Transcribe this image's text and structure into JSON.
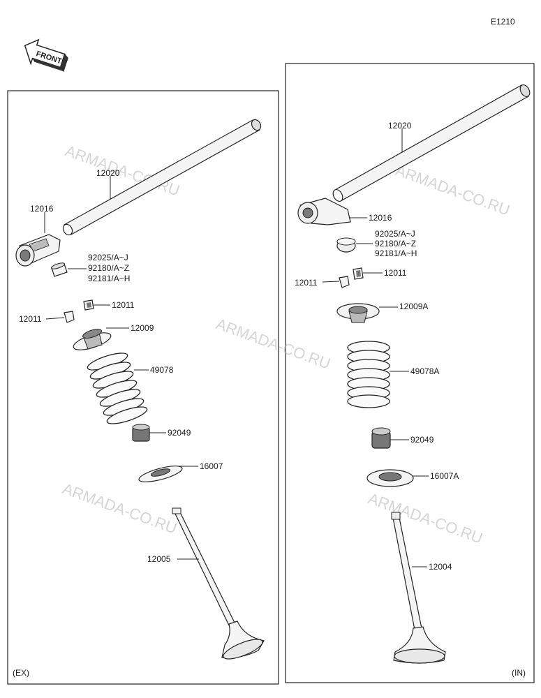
{
  "diagram_code": "E1210",
  "front_label": "FRONT",
  "ex_panel": {
    "tag": "(EX)",
    "parts": {
      "shaft": "12020",
      "rocker_arm": "12016",
      "shim_1": "92025/A~J",
      "shim_2": "92180/A~Z",
      "shim_3": "92181/A~H",
      "cotter_a": "12011",
      "cotter_b": "12011",
      "retainer": "12009",
      "spring": "49078",
      "seal": "92049",
      "seat": "16007",
      "valve": "12005"
    }
  },
  "in_panel": {
    "tag": "(IN)",
    "parts": {
      "shaft": "12020",
      "rocker_arm": "12016",
      "shim_1": "92025/A~J",
      "shim_2": "92180/A~Z",
      "shim_3": "92181/A~H",
      "cotter_a": "12011",
      "cotter_b": "12011",
      "retainer": "12009A",
      "spring": "49078A",
      "seal": "92049",
      "seat": "16007A",
      "valve": "12004"
    }
  },
  "watermark": "ARMADA-CO.RU"
}
